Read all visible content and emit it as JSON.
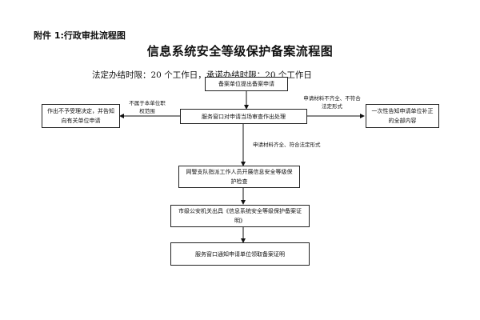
{
  "header": {
    "attachment": "附件 1:行政审批流程图",
    "title": "信息系统安全等级保护备案流程图",
    "time_limit": "法定办结时限：20 个工作日，承诺办结时限：20 个工作日"
  },
  "boxes": {
    "submit": "备案单位提出备案申请",
    "window": "服务窗口对申请当场审查作出处理",
    "reject": "作出不予受理决定，并告知向有关单位申请",
    "supplement": "一次性告知申请单位补正的全部内容",
    "inspect": "网警支队指派工作人员开展信息安全等级保护检查",
    "certificate": "市级公安机关出具《信息系统安全等级保护备案证明》",
    "notify": "服务窗口通知申请单位领取备案证明"
  },
  "labels": {
    "not_scope": "不属于本单位职权范围",
    "incomplete": "申请材料不齐全、不符合法定形式",
    "complete": "申请材料齐全、符合法定形式"
  }
}
